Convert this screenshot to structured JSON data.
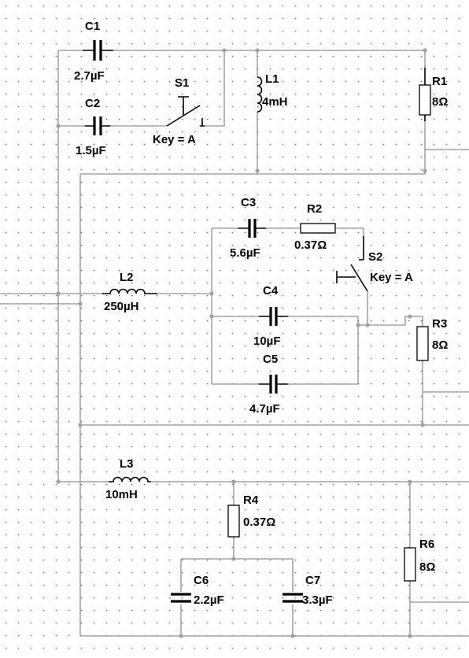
{
  "components": {
    "C1": {
      "ref": "C1",
      "value": "2.7µF"
    },
    "C2": {
      "ref": "C2",
      "value": "1.5µF"
    },
    "C3": {
      "ref": "C3",
      "value": "5.6µF"
    },
    "C4": {
      "ref": "C4",
      "value": "10µF"
    },
    "C5": {
      "ref": "C5",
      "value": "4.7µF"
    },
    "C6": {
      "ref": "C6",
      "value": "2.2µF"
    },
    "C7": {
      "ref": "C7",
      "value": "3.3µF"
    },
    "L1": {
      "ref": "L1",
      "value": "4mH"
    },
    "L2": {
      "ref": "L2",
      "value": "250µH"
    },
    "L3": {
      "ref": "L3",
      "value": "10mH"
    },
    "R1": {
      "ref": "R1",
      "value": "8Ω"
    },
    "R2": {
      "ref": "R2",
      "value": "0.37Ω"
    },
    "R3": {
      "ref": "R3",
      "value": "8Ω"
    },
    "R4": {
      "ref": "R4",
      "value": "0.37Ω"
    },
    "R6": {
      "ref": "R6",
      "value": "8Ω"
    },
    "S1": {
      "ref": "S1",
      "value": "Key = A"
    },
    "S2": {
      "ref": "S2",
      "value": "Key = A"
    }
  },
  "colors": {
    "wire": "#909090",
    "component": "#000000",
    "grid_dot": "#606060",
    "background": "#ffffff"
  }
}
